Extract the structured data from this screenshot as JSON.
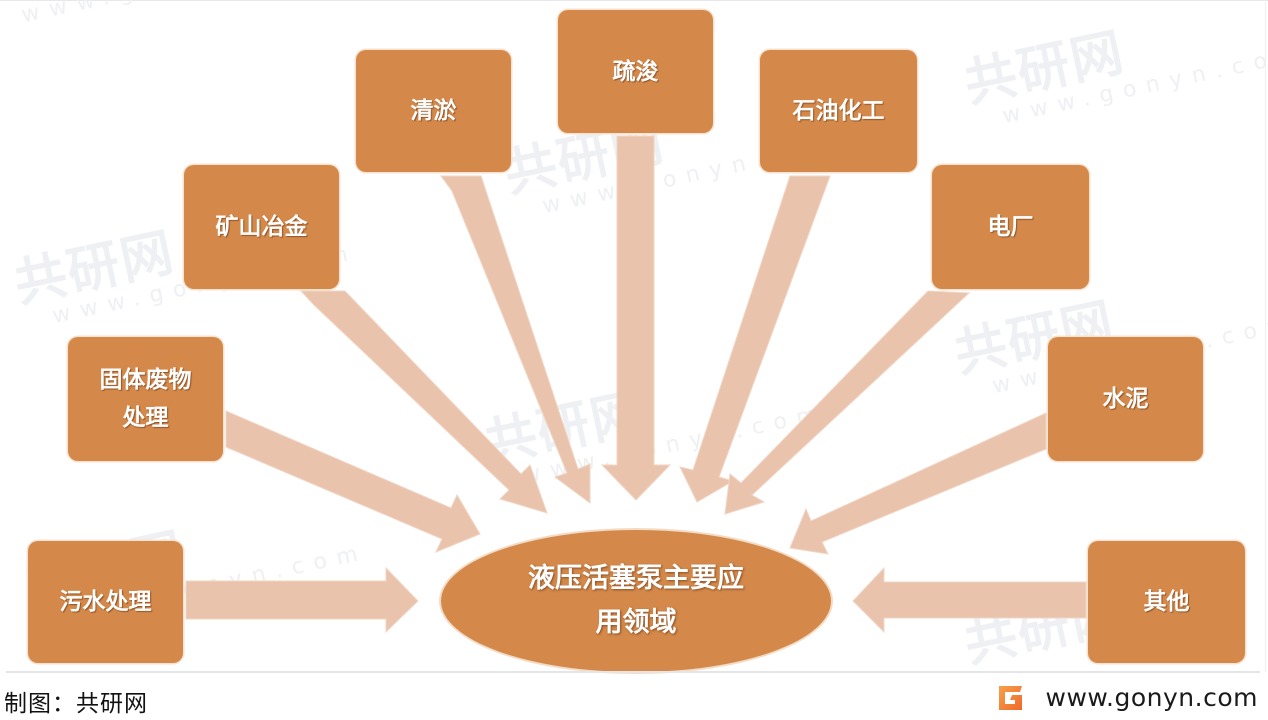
{
  "diagram": {
    "title": "液压活塞泵主要应用领域",
    "center": {
      "line1": "液压活塞泵主要应",
      "line2": "用领域"
    },
    "nodes": [
      {
        "id": "sewage",
        "line1": "污水处理",
        "line2": ""
      },
      {
        "id": "solid-waste",
        "line1": "固体废物",
        "line2": "处理"
      },
      {
        "id": "mining",
        "line1": "矿山冶金",
        "line2": ""
      },
      {
        "id": "desilting",
        "line1": "清淤",
        "line2": ""
      },
      {
        "id": "dredging",
        "line1": "疏浚",
        "line2": ""
      },
      {
        "id": "petrochemical",
        "line1": "石油化工",
        "line2": ""
      },
      {
        "id": "power-plant",
        "line1": "电厂",
        "line2": ""
      },
      {
        "id": "cement",
        "line1": "水泥",
        "line2": ""
      },
      {
        "id": "other",
        "line1": "其他",
        "line2": ""
      }
    ],
    "edges": [
      {
        "from": "sewage",
        "to": "center"
      },
      {
        "from": "solid-waste",
        "to": "center"
      },
      {
        "from": "mining",
        "to": "center"
      },
      {
        "from": "desilting",
        "to": "center"
      },
      {
        "from": "dredging",
        "to": "center"
      },
      {
        "from": "petrochemical",
        "to": "center"
      },
      {
        "from": "power-plant",
        "to": "center"
      },
      {
        "from": "cement",
        "to": "center"
      },
      {
        "from": "other",
        "to": "center"
      }
    ]
  },
  "footer": {
    "credit": "制图：共研网",
    "url": "www.gonyn.com"
  },
  "watermark": {
    "cn": "共研网",
    "en": "www.gonyn.com"
  },
  "colors": {
    "node_fill": "#D4894A",
    "arrow_fill": "#E9C3AC",
    "text": "#FFFFFF",
    "logo_orange": "#F08A3C"
  }
}
